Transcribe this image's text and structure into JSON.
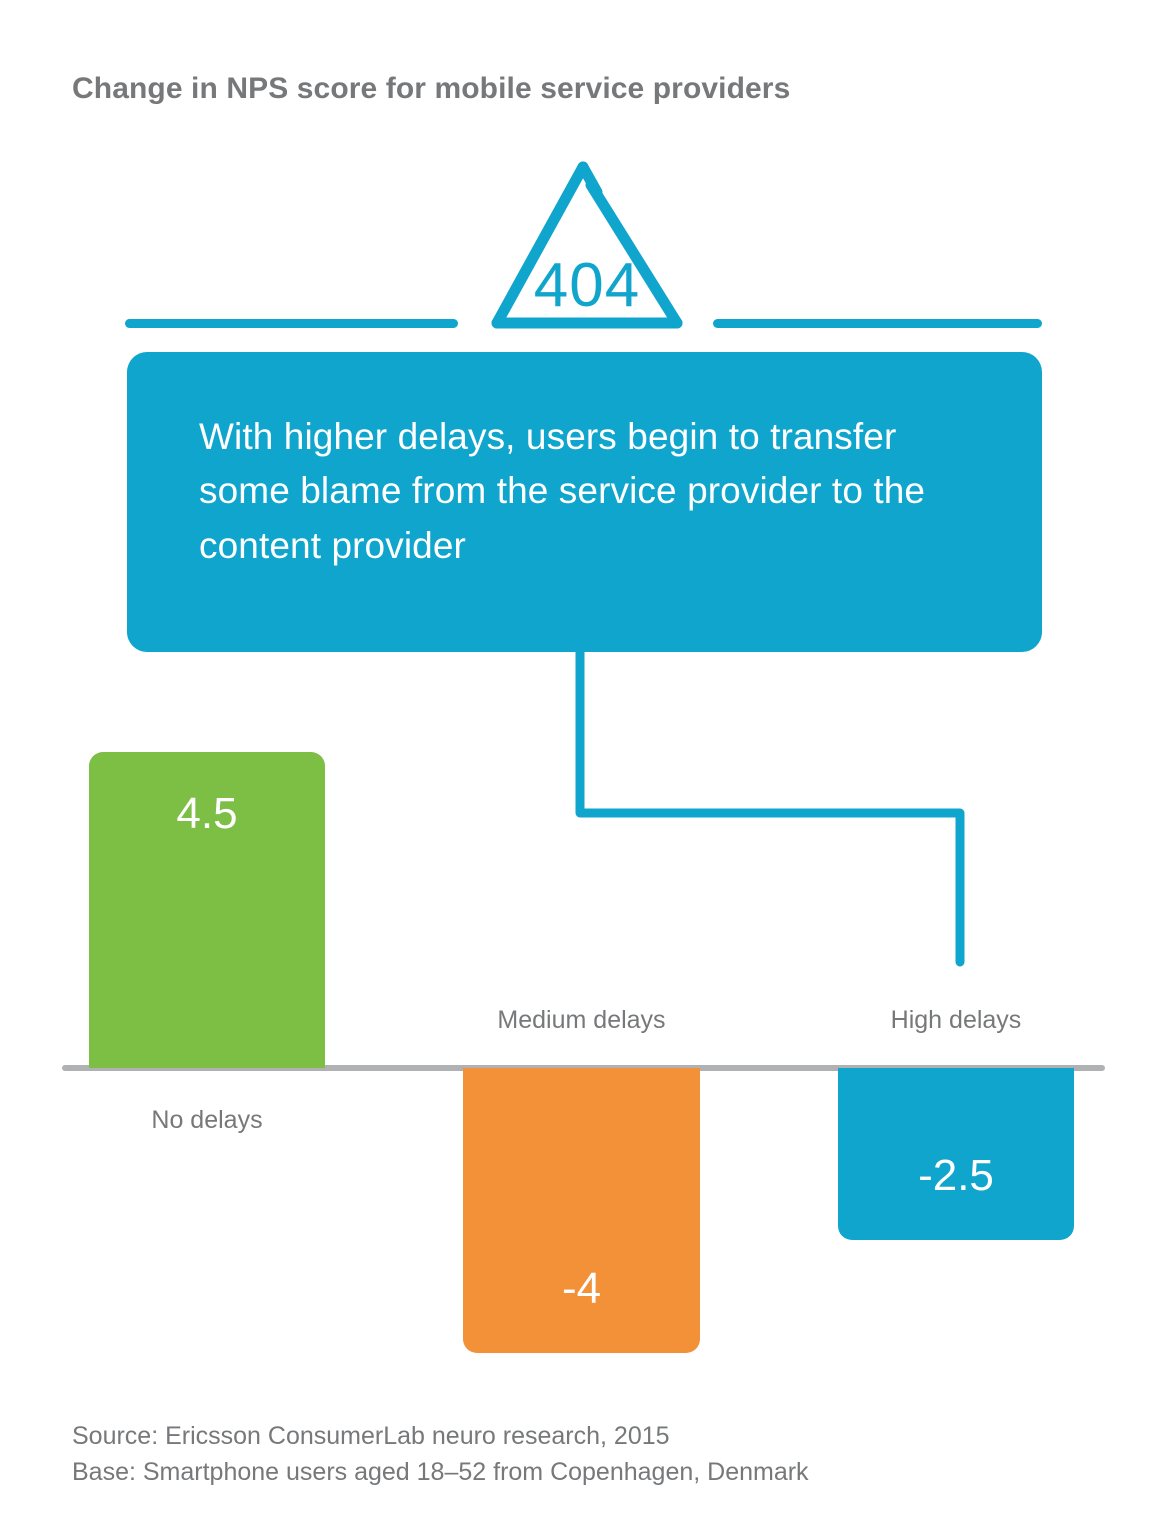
{
  "title": "Change in NPS score for mobile service providers",
  "badge": {
    "icon": "warning-triangle-icon",
    "code": "404"
  },
  "callout": {
    "text": "With higher delays, users begin to transfer some blame from the service provider to the content provider",
    "connects_to": "High delays"
  },
  "footnotes": {
    "source": "Source: Ericsson ConsumerLab neuro research, 2015",
    "base": "Base: Smartphone users aged 18–52 from Copenhagen, Denmark"
  },
  "colors": {
    "brand_blue": "#0FA5CD",
    "green": "#7DBE45",
    "orange": "#F29138",
    "blue": "#0FA5CD",
    "text_gray": "#76787a",
    "baseline_gray": "#b0b1b3",
    "white": "#ffffff"
  },
  "chart_data": {
    "type": "bar",
    "title": "Change in NPS score for mobile service providers",
    "subtitle": "",
    "xlabel": "",
    "ylabel": "Change in NPS score",
    "categories": [
      "No delays",
      "Medium delays",
      "High delays"
    ],
    "values": [
      4.5,
      -4,
      -2.5
    ],
    "value_labels": [
      "4.5",
      "-4",
      "-2.5"
    ],
    "bar_colors": [
      "#7DBE45",
      "#F29138",
      "#0FA5CD"
    ],
    "ylim": [
      -4.5,
      5
    ],
    "grid": false,
    "legend": false,
    "baseline": 0,
    "annotations": [
      {
        "text": "With higher delays, users begin to transfer some blame from the service provider to the content provider",
        "target_category": "High delays",
        "icon": "404"
      }
    ],
    "source": "Source: Ericsson ConsumerLab neuro research, 2015",
    "base": "Base: Smartphone users aged 18–52 from Copenhagen, Denmark"
  }
}
